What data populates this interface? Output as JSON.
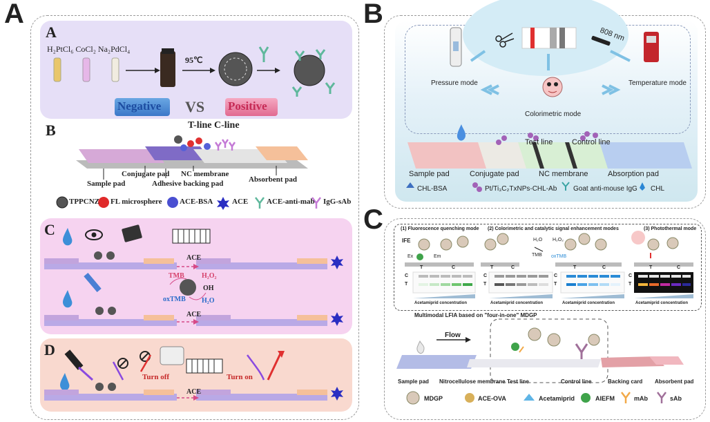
{
  "panels": {
    "A": {
      "letter": "A",
      "sub_A": "A",
      "sub_B": "B",
      "sub_C": "C",
      "sub_D": "D",
      "reagents": "H₂PtCl₆ CoCl₂ Na₂PdCl₄",
      "temperature": "95℃",
      "negative": "Negative",
      "vs": "VS",
      "positive": "Positive",
      "t_c_line": "T-line C-line",
      "conjugate_pad": "Conjugate pad",
      "nc_membrane": "NC membrane",
      "sample_pad": "Sample pad",
      "adhesive_backing_pad": "Adhesive backing pad",
      "absorbent_pad": "Absorbent pad",
      "legend": [
        "TPPCNZ",
        "FL microsphere",
        "ACE-BSA",
        "ACE",
        "ACE-anti-mab",
        "IgG-sAb"
      ],
      "ace_arrow_1": "ACE",
      "ace_arrow_2": "ACE",
      "ace_arrow_3": "ACE",
      "tmb": "TMB",
      "h2o2": "H₂O₂",
      "oh": "OH",
      "oxtmb": "oxTMB",
      "h2o": "H₂O",
      "turn_off": "Turn off",
      "turn_on": "Turn on"
    },
    "B": {
      "letter": "B",
      "wavelength": "808 nm",
      "pressure_mode": "Pressure mode",
      "temperature_mode": "Temperature mode",
      "colorimetric_mode": "Colorimetric mode",
      "test_line": "Test line",
      "control_line": "Control line",
      "sample_pad": "Sample pad",
      "conjugate_pad": "Conjugate pad",
      "nc_membrane": "NC membrane",
      "absorption_pad": "Absorption pad",
      "legend": [
        "CHL-BSA",
        "Pt/Ti₃C₂TxNPs-CHL-Ab",
        "Goat anti-mouse IgG",
        "CHL"
      ]
    },
    "C": {
      "letter": "C",
      "mode1": "(1) Fluorescence quenching mode",
      "mode2": "(2) Colorimetric and catalytic signal enhancement modes",
      "mode3": "(3) Photothermal mode",
      "ife": "IFE",
      "ex": "Ex",
      "em": "Em",
      "h2o": "H₂O",
      "h2o2": "H₂O₂",
      "tmb": "TMB",
      "oxtmb": "oxTMB",
      "t": "T",
      "c": "C",
      "acetamiprid_conc": "Acetamiprid concentration",
      "multimodal": "Multimodal LFIA based on \"four-in-one\" MDGP",
      "flow": "Flow",
      "sample_pad": "Sample pad",
      "nitrocellulose": "Nitrocellulose membrane",
      "test_line": "Test line",
      "control_line": "Control line",
      "backing_card": "Backing card",
      "absorbent_pad": "Absorbent pad",
      "legend": [
        "MDGP",
        "ACE-OVA",
        "Acetamiprid",
        "AIEFM",
        "mAb",
        "sAb"
      ]
    }
  },
  "colors": {
    "panelA_purple": "#e6dff7",
    "panelA_pink": "#f6d3f0",
    "panelA_peach": "#f9d9cf",
    "negative_blue": "#2f63b8",
    "positive_red": "#d6406a",
    "panelB_bg": "#eaf4fb",
    "test_green": "#8fce8f",
    "absorb_blue": "#7aa6e6"
  }
}
